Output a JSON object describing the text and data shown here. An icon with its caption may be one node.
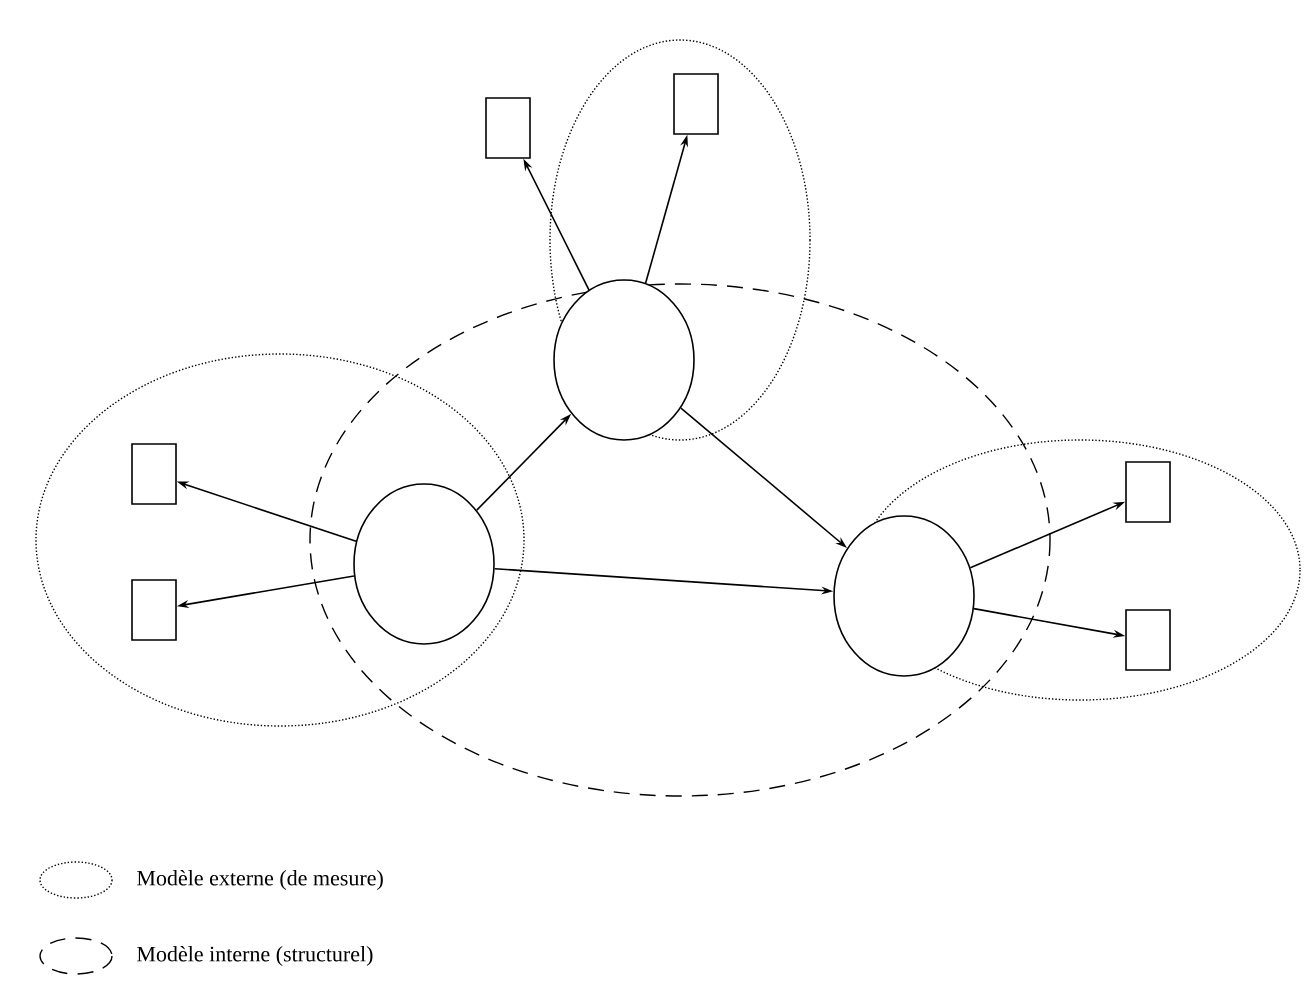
{
  "diagram": {
    "nodes": [
      {
        "text": [],
        "shape": "box"
      },
      {
        "text": [],
        "shape": "box"
      },
      {
        "text": [],
        "shape": "circle"
      },
      {
        "text": [],
        "shape": "box"
      },
      {
        "text": [],
        "shape": "box"
      },
      {
        "text": [],
        "shape": "circle"
      },
      {
        "text": [],
        "shape": "circle"
      },
      {
        "text": [],
        "shape": "box"
      },
      {
        "text": [],
        "shape": "box"
      }
    ],
    "edges": [
      {
        "from": 2,
        "to": 0,
        "arrow": "to"
      },
      {
        "from": 2,
        "to": 1,
        "arrow": "to"
      },
      {
        "from": 5,
        "to": 3,
        "arrow": "to"
      },
      {
        "from": 5,
        "to": 4,
        "arrow": "to"
      },
      {
        "from": 5,
        "to": 2,
        "arrow": "to"
      },
      {
        "from": 2,
        "to": 6,
        "arrow": "to"
      },
      {
        "from": 5,
        "to": 6,
        "arrow": "to"
      },
      {
        "from": 6,
        "to": 7,
        "arrow": "to"
      },
      {
        "from": 6,
        "to": 8,
        "arrow": "to"
      }
    ],
    "legend": [
      {
        "text": "Modèle externe (de mesure)"
      },
      {
        "text": "Modèle interne (structurel)"
      }
    ]
  }
}
